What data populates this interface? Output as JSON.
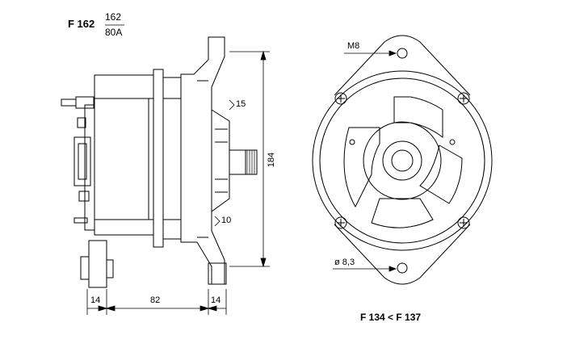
{
  "header": {
    "model": "F 162",
    "fraction_top": "162",
    "fraction_bottom": "80A"
  },
  "side_view": {
    "dim_height": "184",
    "dim_flange_top": "15",
    "dim_flange_bottom": "10",
    "dim_left_width": "14",
    "dim_body_length": "82",
    "dim_right_width": "14"
  },
  "front_view": {
    "thread_label": "M8",
    "hole_label": "ø 8,3"
  },
  "caption": "F 134 < F 137",
  "colors": {
    "ink": "#000000",
    "background": "#ffffff"
  }
}
